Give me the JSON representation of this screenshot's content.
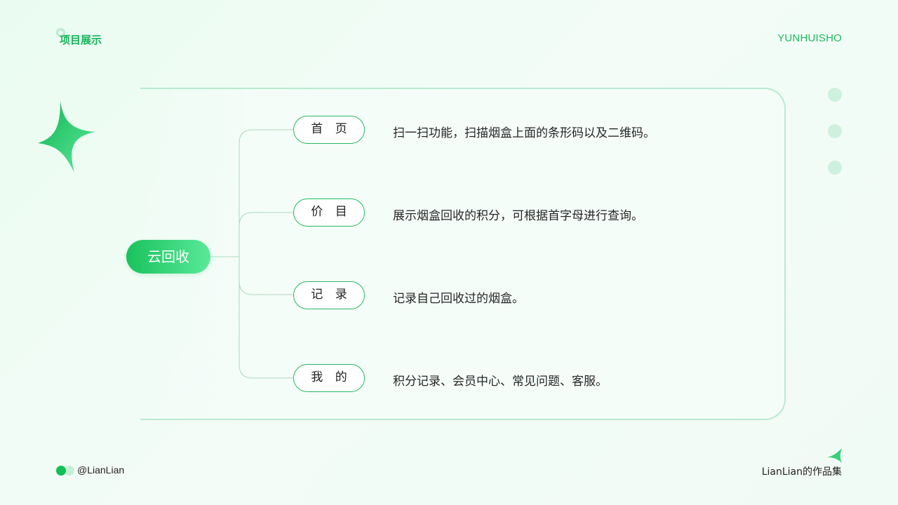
{
  "header": {
    "title": "项目展示",
    "brand": "YUNHUISHO"
  },
  "mindmap": {
    "root": "云回收",
    "branches": [
      {
        "label": "首 页",
        "desc": "扫一扫功能，扫描烟盒上面的条形码以及二维码。"
      },
      {
        "label": "价 目",
        "desc": "展示烟盒回收的积分，可根据首字母进行查询。"
      },
      {
        "label": "记 录",
        "desc": "记录自己回收过的烟盒。"
      },
      {
        "label": "我 的",
        "desc": "积分记录、会员中心、常见问题、客服。"
      }
    ]
  },
  "footer": {
    "handle": "@LianLian",
    "portfolio": "LianLian的作品集"
  },
  "colors": {
    "accent": "#19c25c",
    "accent_light": "#5ae99a",
    "panel_border": "#b9ead1",
    "dot": "#cdf1de"
  },
  "icons": [
    "sparkle-icon",
    "ring-icon",
    "dot-icon"
  ]
}
